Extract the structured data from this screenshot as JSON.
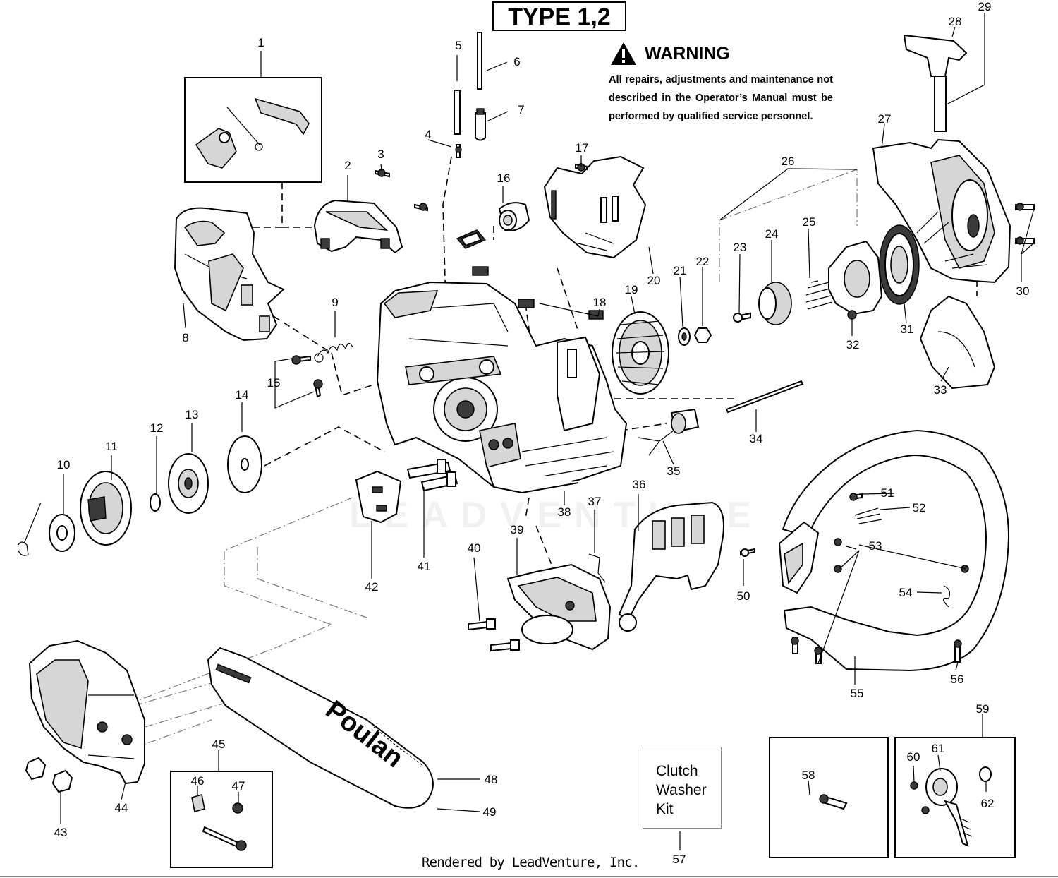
{
  "header": {
    "type_label": "TYPE 1,2"
  },
  "warning": {
    "title": "WARNING",
    "text": "All repairs, adjustments and maintenance not described in the Operator’s Manual must be performed by qualified  service personnel."
  },
  "kit_label": {
    "line1": "Clutch",
    "line2": "Washer",
    "line3": "Kit"
  },
  "footer": {
    "rendered_by": "Rendered by LeadVenture, Inc."
  },
  "watermark": "LEADVENTURE",
  "bar_brand": "Poulan",
  "callouts": [
    "1",
    "2",
    "3",
    "4",
    "5",
    "6",
    "7",
    "8",
    "9",
    "10",
    "11",
    "12",
    "13",
    "14",
    "15",
    "16",
    "17",
    "18",
    "19",
    "20",
    "21",
    "22",
    "23",
    "24",
    "25",
    "26",
    "27",
    "28",
    "29",
    "30",
    "31",
    "32",
    "33",
    "34",
    "35",
    "36",
    "37",
    "38",
    "39",
    "40",
    "41",
    "42",
    "43",
    "44",
    "45",
    "46",
    "47",
    "48",
    "49",
    "50",
    "51",
    "52",
    "53",
    "54",
    "55",
    "56",
    "57",
    "58",
    "59",
    "60",
    "61",
    "62"
  ]
}
